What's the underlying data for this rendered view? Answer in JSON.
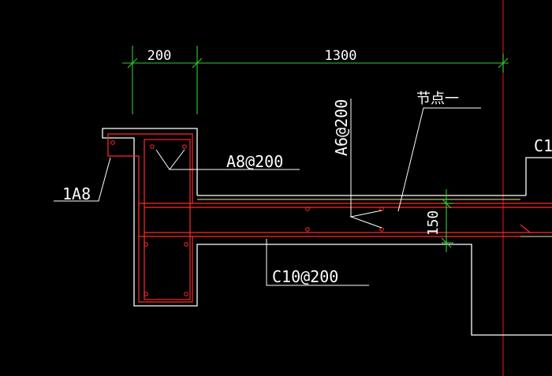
{
  "drawing": {
    "dimensions": {
      "left": "200",
      "right": "1300",
      "vertical": "150"
    },
    "labels": {
      "rebar_1a8": "1A8",
      "stirrup_a8": "A8@200",
      "stirrup_a6": "A6@200",
      "bar_c10": "C10@200",
      "node_title": "节点一",
      "partial_right": "C1"
    },
    "colors": {
      "background": "#000000",
      "outline": "#ffffff",
      "rebar": "#ff2a2a",
      "dimension": "#33cc33",
      "text": "#ffffff",
      "axis": "#cc1111",
      "slab_edge": "#e6e6a0"
    }
  }
}
